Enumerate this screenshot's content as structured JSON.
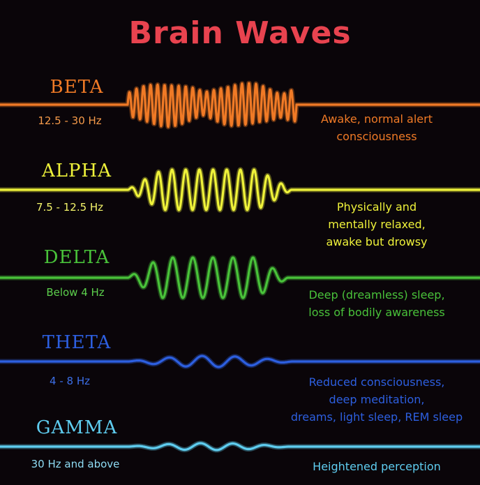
{
  "title": "Brain Waves",
  "title_color": "#e8434f",
  "bands": [
    {
      "name": "BETA",
      "frequency": "12.5 - 30 Hz",
      "description": [
        "Awake, normal alert",
        "consciousness"
      ],
      "color": "#f07a26",
      "freq_color": "#f59a4a",
      "amplitude": 30,
      "cycles": 24
    },
    {
      "name": "ALPHA",
      "frequency": "7.5 - 12.5 Hz",
      "description": [
        "Physically and",
        "mentally relaxed,",
        "awake but drowsy"
      ],
      "color": "#eff23a",
      "freq_color": "#f5f56b",
      "amplitude": 29,
      "cycles": 12
    },
    {
      "name": "DELTA",
      "frequency": "Below 4 Hz",
      "description": [
        "Deep (dreamless) sleep,",
        "loss of bodily awareness"
      ],
      "color": "#49c23a",
      "freq_color": "#5ccf4c",
      "amplitude": 29,
      "cycles": 8
    },
    {
      "name": "THETA",
      "frequency": "4 - 8 Hz",
      "description": [
        "Reduced consciousness,",
        "deep meditation,",
        "dreams, light sleep, REM sleep"
      ],
      "color": "#2d5fe0",
      "freq_color": "#3c6ee6",
      "amplitude": 8,
      "cycles": 5
    },
    {
      "name": "GAMMA",
      "frequency": "30 Hz and above",
      "description": [
        "Heightened perception"
      ],
      "color": "#5fcdf0",
      "freq_color": "#8fdcf4",
      "amplitude": 5,
      "cycles": 5
    }
  ]
}
